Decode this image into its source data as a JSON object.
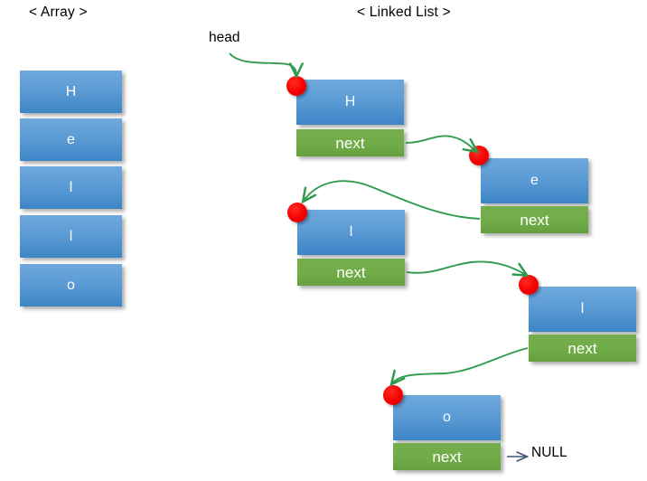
{
  "titles": {
    "array": "< Array >",
    "linked_list": "< Linked List >"
  },
  "labels": {
    "head": "head",
    "null": "NULL",
    "next": "next"
  },
  "colors": {
    "node_blue_top": "#6fa8dc",
    "node_blue_bottom": "#3d85c6",
    "next_green": "#70ad47",
    "pointer_red": "#f40000",
    "arrow_green": "#2e9b4f",
    "null_arrow_blue": "#3f5a78",
    "text_white": "#ffffff",
    "text_black": "#000000",
    "background": "#ffffff"
  },
  "array": {
    "cells": [
      {
        "value": "H"
      },
      {
        "value": "e"
      },
      {
        "value": "l"
      },
      {
        "value": "l"
      },
      {
        "value": "o"
      }
    ]
  },
  "linked_list": {
    "nodes": [
      {
        "value": "H",
        "next_label": "next"
      },
      {
        "value": "e",
        "next_label": "next"
      },
      {
        "value": "l",
        "next_label": "next"
      },
      {
        "value": "l",
        "next_label": "next"
      },
      {
        "value": "o",
        "next_label": "next"
      }
    ],
    "terminator": "NULL",
    "head_pointer_label": "head"
  }
}
